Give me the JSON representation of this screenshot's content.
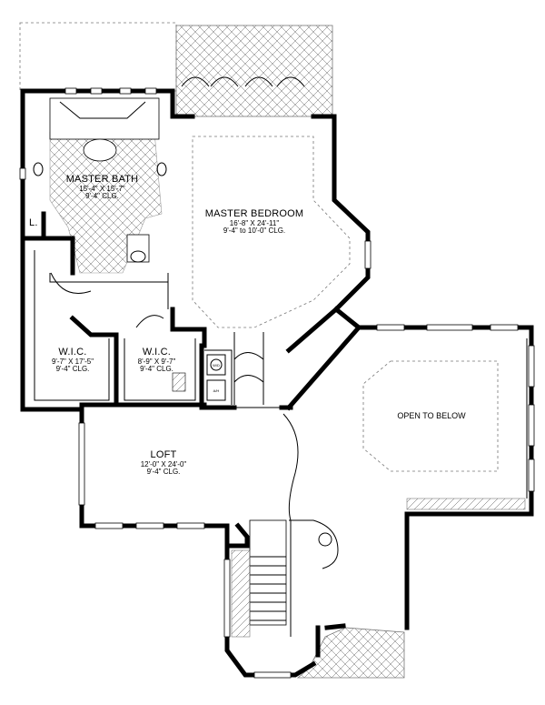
{
  "rooms": {
    "master_bath": {
      "name": "MASTER BATH",
      "dims": "15'-4\" X 15'-7\"",
      "clg": "9'-4\" CLG."
    },
    "master_bedroom": {
      "name": "MASTER BEDROOM",
      "dims": "16'-8\" X 24'-11\"",
      "clg": "9'-4\" to 10'-0\" CLG."
    },
    "linen": {
      "name": "L."
    },
    "wic_left": {
      "name": "W.I.C.",
      "dims": "9'-7\" X 17'-5\"",
      "clg": "9'-4\" CLG."
    },
    "wic_right": {
      "name": "W.I.C.",
      "dims": "8'-9\" X 9'-7\"",
      "clg": "9'-4\" CLG."
    },
    "loft": {
      "name": "LOFT",
      "dims": "12'-0\" X 24'-0\"",
      "clg": "9'-4\" CLG."
    },
    "open_to_below": {
      "name": "OPEN TO BELOW"
    }
  },
  "fixtures": {
    "washer": "W/D",
    "water_heater": "A/H"
  }
}
